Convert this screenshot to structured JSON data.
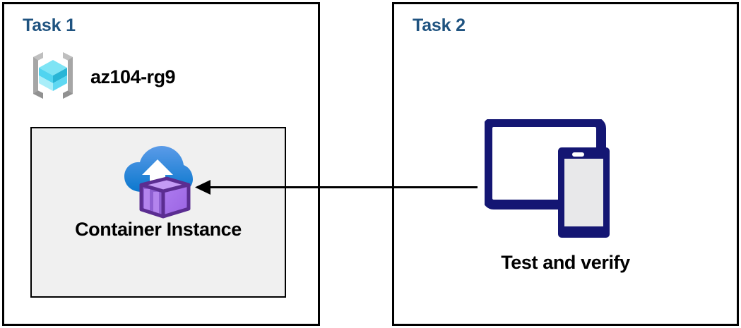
{
  "diagram": {
    "title": "Azure Container Instance deployment task diagram",
    "background": "#ffffff"
  },
  "colors": {
    "panel_border": "#000000",
    "task_title": "#1F5380",
    "inner_box_fill": "#F0F0F0",
    "inner_box_border": "#000000",
    "label_text": "#000000",
    "arrow": "#000000",
    "device_navy": "#141673",
    "device_screen_gray": "#E8E8EA",
    "cloud_blue_light": "#5B9BE8",
    "cloud_blue_dark": "#0E7AD1",
    "container_purple_light": "#A46EE8",
    "container_purple_mid": "#9063D6",
    "container_purple_dark": "#5B2D91",
    "resource_group_bracket": "#A6A6A6",
    "cube_top": "#7EE4F5",
    "cube_left": "#50D4F0",
    "cube_right": "#28B5D6",
    "cube_bottom_left": "#A8EEF9"
  },
  "panels": [
    {
      "id": "task1",
      "title": "Task 1",
      "resource_group": {
        "icon": "resource-group-icon",
        "name": "az104-rg9"
      },
      "resource": {
        "icon": "container-instance-icon",
        "label": "Container Instance"
      }
    },
    {
      "id": "task2",
      "title": "Task 2",
      "resource": {
        "icon": "devices-icon",
        "label": "Test and verify"
      }
    }
  ],
  "connector": {
    "name": "arrow-task2-to-container-instance",
    "direction": "right-to-left",
    "style": "solid",
    "head": "filled-triangle"
  }
}
